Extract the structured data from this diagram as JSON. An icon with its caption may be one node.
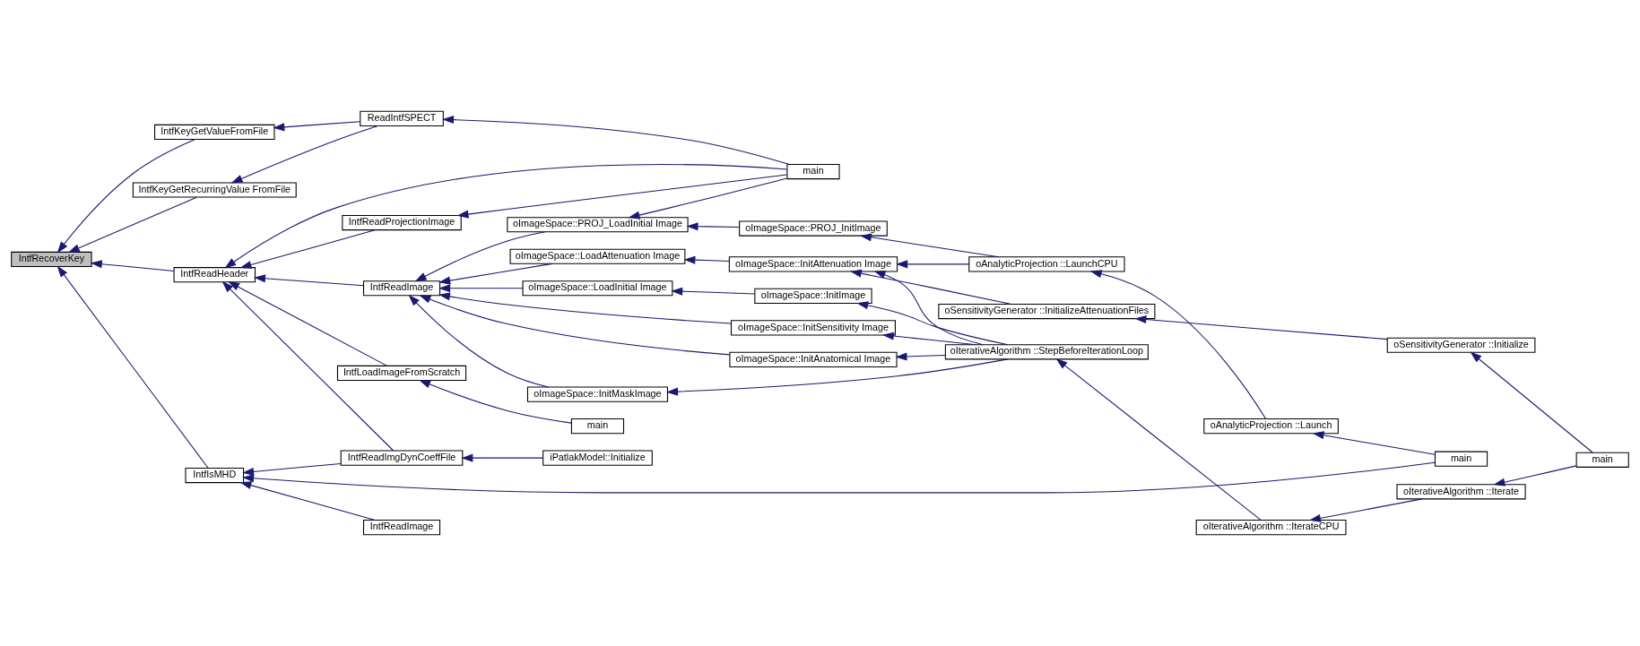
{
  "diagram": {
    "nodes": [
      {
        "text": [
          "IntfRecoverKey"
        ]
      },
      {
        "text": [
          "IntfKeyGetValueFromFile"
        ]
      },
      {
        "text": [
          "IntfKeyGetRecurringValue FromFile"
        ]
      },
      {
        "text": [
          "IntfReadHeader"
        ]
      },
      {
        "text": [
          "IntfIsMHD"
        ]
      },
      {
        "text": [
          "ReadIntfSPECT"
        ]
      },
      {
        "text": [
          "IntfReadProjectionImage"
        ]
      },
      {
        "text": [
          "IntfReadImage"
        ]
      },
      {
        "text": [
          "IntfLoadImageFromScratch"
        ]
      },
      {
        "text": [
          "IntfReadImgDynCoeffFile"
        ]
      },
      {
        "text": [
          "IntfReadImage"
        ]
      },
      {
        "text": [
          "main"
        ]
      },
      {
        "text": [
          "oImageSpace::PROJ_LoadInitial Image"
        ]
      },
      {
        "text": [
          "oImageSpace::LoadAttenuation Image"
        ]
      },
      {
        "text": [
          "oImageSpace::InitSensitivity Image"
        ]
      },
      {
        "text": [
          "oImageSpace::LoadInitial Image"
        ]
      },
      {
        "text": [
          "main"
        ]
      },
      {
        "text": [
          "iPatlakModel::Initialize"
        ]
      },
      {
        "text": [
          "oImageSpace::PROJ_InitImage"
        ]
      },
      {
        "text": [
          "oImageSpace::InitAttenuation Image"
        ]
      },
      {
        "text": [
          "oImageSpace::InitAnatomical Image"
        ]
      },
      {
        "text": [
          "oImageSpace::InitMaskImage"
        ]
      },
      {
        "text": [
          "oImageSpace::InitImage"
        ]
      },
      {
        "text": [
          "oAnalyticProjection ::LaunchCPU"
        ]
      },
      {
        "text": [
          "oIterativeAlgorithm ::StepBeforeIterationLoop"
        ]
      },
      {
        "text": [
          "oSensitivityGenerator ::InitializeAttenuationFiles"
        ]
      },
      {
        "text": [
          "oAnalyticProjection ::Launch"
        ]
      },
      {
        "text": [
          "oIterativeAlgorithm ::IterateCPU"
        ]
      },
      {
        "text": [
          "oSensitivityGenerator ::Initialize"
        ]
      },
      {
        "text": [
          "main"
        ]
      },
      {
        "text": [
          "oIterativeAlgorithm ::Iterate"
        ]
      },
      {
        "text": [
          "main"
        ]
      }
    ],
    "edges": [
      {
        "from": 1,
        "to": 0,
        "arrow": "to"
      },
      {
        "from": 2,
        "to": 0,
        "arrow": "to"
      },
      {
        "from": 3,
        "to": 0,
        "arrow": "to"
      },
      {
        "from": 4,
        "to": 0,
        "arrow": "to"
      },
      {
        "from": 5,
        "to": 1,
        "arrow": "to"
      },
      {
        "from": 5,
        "to": 2,
        "arrow": "to"
      },
      {
        "from": 11,
        "to": 5,
        "arrow": "to"
      },
      {
        "from": 11,
        "to": 3,
        "arrow": "to"
      },
      {
        "from": 6,
        "to": 3,
        "arrow": "to"
      },
      {
        "from": 7,
        "to": 3,
        "arrow": "to"
      },
      {
        "from": 8,
        "to": 3,
        "arrow": "to"
      },
      {
        "from": 9,
        "to": 3,
        "arrow": "to"
      },
      {
        "from": 11,
        "to": 6,
        "arrow": "to"
      },
      {
        "from": 12,
        "to": 7,
        "arrow": "to"
      },
      {
        "from": 13,
        "to": 7,
        "arrow": "to"
      },
      {
        "from": 14,
        "to": 7,
        "arrow": "to"
      },
      {
        "from": 20,
        "to": 7,
        "arrow": "to"
      },
      {
        "from": 21,
        "to": 7,
        "arrow": "to"
      },
      {
        "from": 15,
        "to": 7,
        "arrow": "to"
      },
      {
        "from": 16,
        "to": 8,
        "arrow": "to"
      },
      {
        "from": 17,
        "to": 9,
        "arrow": "to"
      },
      {
        "from": 9,
        "to": 4,
        "arrow": "to"
      },
      {
        "from": 29,
        "to": 4,
        "arrow": "to"
      },
      {
        "from": 10,
        "to": 4,
        "arrow": "to"
      },
      {
        "from": 11,
        "to": 12,
        "arrow": "to"
      },
      {
        "from": 18,
        "to": 12,
        "arrow": "to"
      },
      {
        "from": 19,
        "to": 13,
        "arrow": "to"
      },
      {
        "from": 24,
        "to": 14,
        "arrow": "to"
      },
      {
        "from": 22,
        "to": 15,
        "arrow": "to"
      },
      {
        "from": 23,
        "to": 18,
        "arrow": "to"
      },
      {
        "from": 23,
        "to": 19,
        "arrow": "to"
      },
      {
        "from": 24,
        "to": 19,
        "arrow": "to"
      },
      {
        "from": 25,
        "to": 19,
        "arrow": "to"
      },
      {
        "from": 24,
        "to": 20,
        "arrow": "to"
      },
      {
        "from": 24,
        "to": 21,
        "arrow": "to"
      },
      {
        "from": 24,
        "to": 22,
        "arrow": "to"
      },
      {
        "from": 26,
        "to": 23,
        "arrow": "to"
      },
      {
        "from": 27,
        "to": 24,
        "arrow": "to"
      },
      {
        "from": 28,
        "to": 25,
        "arrow": "to"
      },
      {
        "from": 29,
        "to": 26,
        "arrow": "to"
      },
      {
        "from": 30,
        "to": 27,
        "arrow": "to"
      },
      {
        "from": 31,
        "to": 28,
        "arrow": "to"
      },
      {
        "from": 31,
        "to": 30,
        "arrow": "to"
      }
    ]
  }
}
